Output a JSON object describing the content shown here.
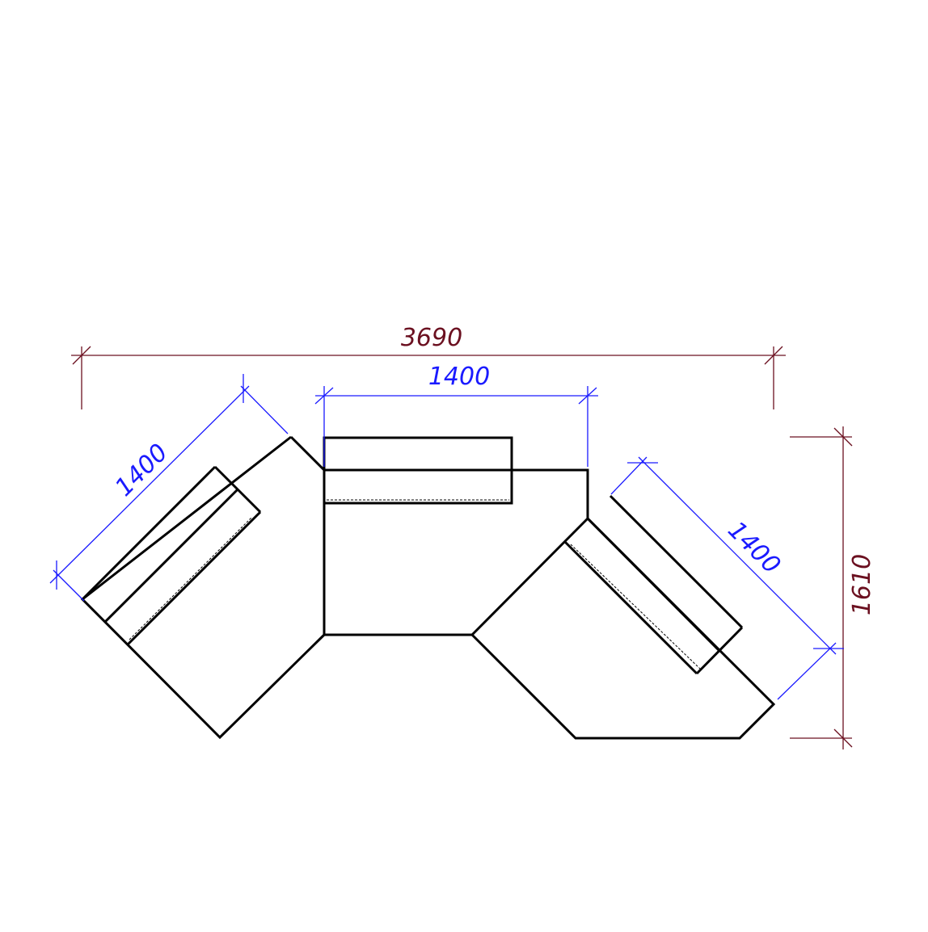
{
  "colors": {
    "outline": "#000000",
    "dimension_overall": "#6b1020",
    "dimension_detail": "#1a1aff"
  },
  "dimensions": {
    "overall_width": "3690",
    "overall_height": "1610",
    "center_section_width": "1400",
    "left_section_width": "1400",
    "right_section_width": "1400"
  }
}
